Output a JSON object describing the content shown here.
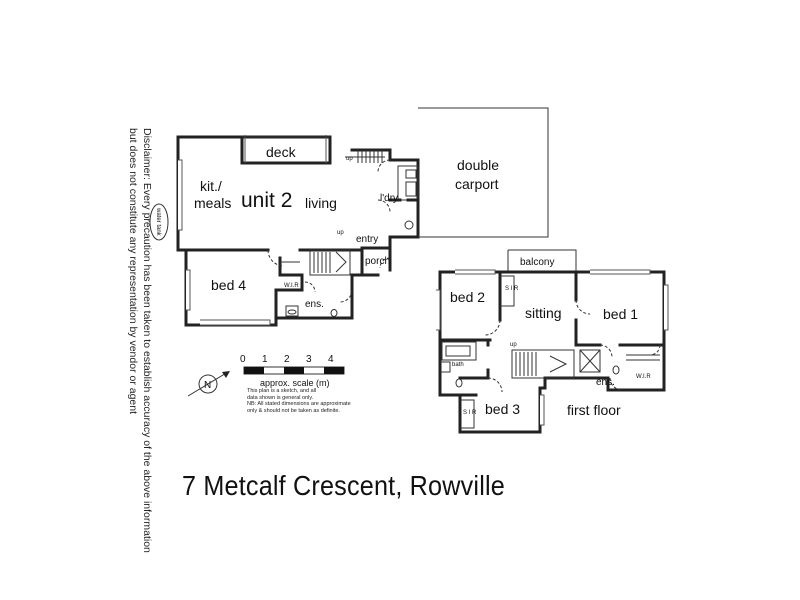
{
  "title": "7 Metcalf Crescent, Rowville",
  "disclaimer": {
    "line1": "Disclaimer: Every precaution has been taken to establish accuracy of the above information",
    "line2": "but does not constitute any representation by vendor or agent"
  },
  "labels": {
    "deck": "deck",
    "kit_meals_1": "kit./",
    "kit_meals_2": "meals",
    "unit": "unit 2",
    "living": "living",
    "double_carport_1": "double",
    "double_carport_2": "carport",
    "ldry": "l'dry",
    "entry": "entry",
    "porch": "porch",
    "bed4": "bed 4",
    "wir": "W.I.R",
    "ens": "ens.",
    "water_tank": "water tank",
    "up": "up",
    "balcony": "balcony",
    "bed2": "bed 2",
    "sir": "S I R",
    "sitting": "sitting",
    "bed1": "bed 1",
    "bath": "bath",
    "bed3": "bed 3",
    "first_floor": "first floor",
    "ens2": "ens.",
    "wir2": "W.I.R",
    "north": "N"
  },
  "scale": {
    "ticks": [
      "0",
      "1",
      "2",
      "3",
      "4"
    ],
    "label": "approx. scale (m)",
    "note1": "This plan is a sketch, and all",
    "note2": "data shown is general only.",
    "note3": "NB: All stated dimensions are approximate",
    "note4": "only & should not be taken as definite."
  }
}
